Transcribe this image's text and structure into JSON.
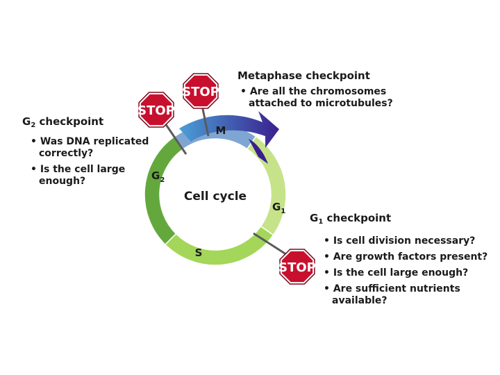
{
  "diagram": {
    "center_label": "Cell cycle",
    "phases": {
      "m": "M",
      "g1": {
        "main": "G",
        "sub": "1"
      },
      "s": "S",
      "g2": {
        "main": "G",
        "sub": "2"
      }
    },
    "stop_signs": [
      "STOP",
      "STOP",
      "STOP"
    ],
    "colors": {
      "g1": "#c6e38a",
      "s": "#a4d65a",
      "g2": "#64a83d",
      "m": "#7fa6d3",
      "arrow_start": "#4a9fd6",
      "arrow_end": "#3b1f8e",
      "stop_red": "#c8102e"
    }
  },
  "checkpoints": {
    "metaphase": {
      "title": "Metaphase checkpoint",
      "questions": [
        "Are all the chromosomes attached to microtubules?"
      ]
    },
    "g2": {
      "title_main": "G",
      "title_sub": "2",
      "title_rest": " checkpoint",
      "questions": [
        "Was DNA replicated correctly?",
        "Is the cell large enough?"
      ]
    },
    "g1": {
      "title_main": "G",
      "title_sub": "1",
      "title_rest": " checkpoint",
      "questions": [
        "Is cell division necessary?",
        "Are growth factors present?",
        "Is the cell large enough?",
        "Are sufficient nutrients available?"
      ]
    }
  }
}
